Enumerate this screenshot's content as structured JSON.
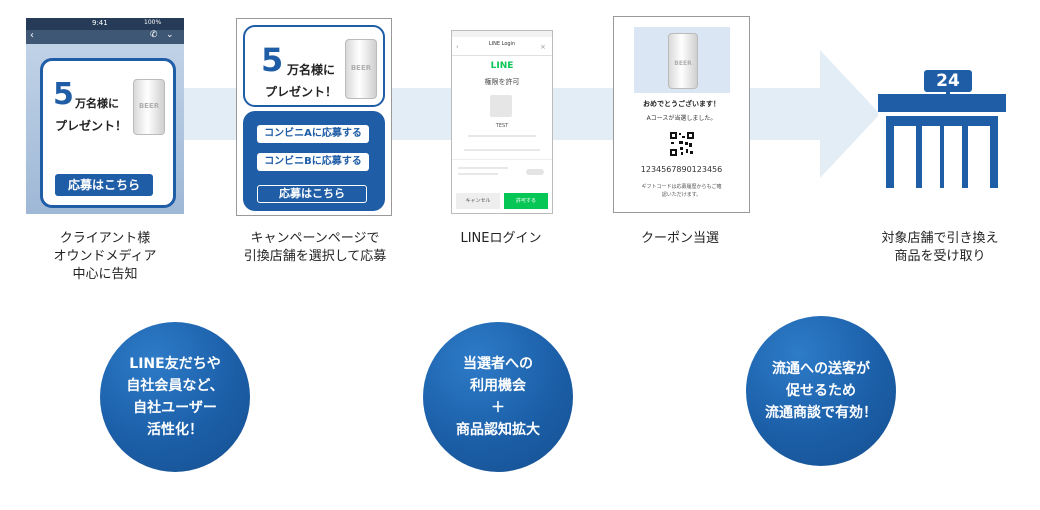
{
  "steps": [
    {
      "caption_lines": [
        "クライアント様",
        "オウンドメディア",
        "中心に告知"
      ]
    },
    {
      "caption_lines": [
        "キャンペーンページで",
        "引換店舗を選択して応募"
      ]
    },
    {
      "caption_lines": [
        "LINEログイン"
      ]
    },
    {
      "caption_lines": [
        "クーポン当選"
      ]
    },
    {
      "caption_lines": [
        "対象店舗で引き換え",
        "商品を受け取り"
      ]
    }
  ],
  "phone1": {
    "status_time": "9:41",
    "status_right": "100%",
    "prize_number": "5",
    "prize_text": "万名様に",
    "prize_line2": "プレゼント！",
    "can_label": "BEER",
    "apply_button": "応募はこちら"
  },
  "phone2": {
    "prize_number": "5",
    "prize_text": "万名様に",
    "prize_line2": "プレゼント！",
    "can_label": "BEER",
    "store_a_button": "コンビニAに応募する",
    "store_b_button": "コンビニBに応募する",
    "apply_button": "応募はこちら"
  },
  "phone3": {
    "header": "LINE Login",
    "logo": "LINE",
    "permission_title": "権限を許可",
    "app_name": "TEST",
    "cancel_button": "キャンセル",
    "allow_button": "許可する"
  },
  "phone4": {
    "can_label": "BEER",
    "congrats": "おめでとうございます！",
    "result": "Aコースが当選しました。",
    "code": "1234567890123456",
    "note_line1": "ギフトコードは応募履歴からもご確",
    "note_line2": "認いただけます。"
  },
  "store": {
    "sign": "24"
  },
  "circles": [
    {
      "lines": [
        "LINE友だちや",
        "自社会員など、",
        "自社ユーザー",
        "活性化！"
      ]
    },
    {
      "lines": [
        "当選者への",
        "利用機会",
        "＋",
        "商品認知拡大"
      ]
    },
    {
      "lines": [
        "流通への送客が",
        "促せるため",
        "流通商談で有効！"
      ]
    }
  ],
  "colors": {
    "accent": "#1f5da6",
    "flow": "#e3edf6",
    "line_green": "#06c755"
  }
}
